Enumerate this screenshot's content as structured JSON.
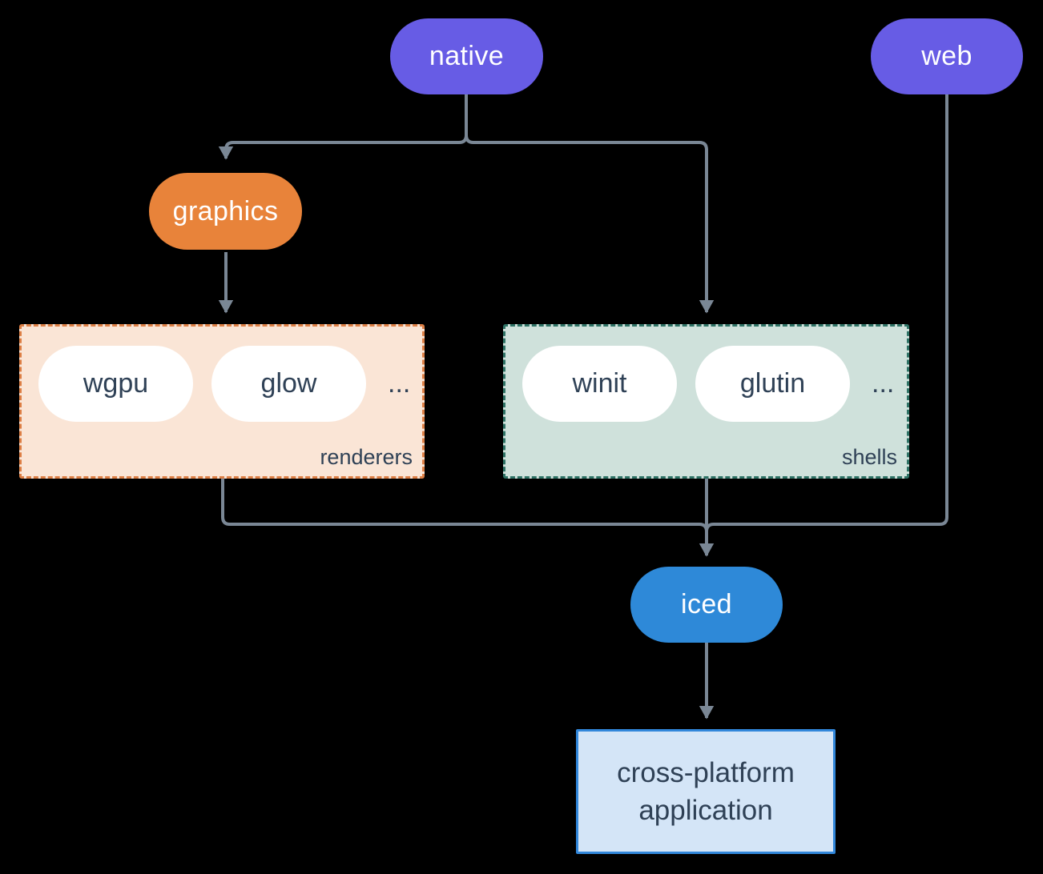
{
  "diagram": {
    "nodes": {
      "native": "native",
      "web": "web",
      "graphics": "graphics",
      "iced": "iced",
      "application": "cross-platform application"
    },
    "groups": {
      "renderers": {
        "label": "renderers",
        "items": [
          "wgpu",
          "glow"
        ],
        "more": "..."
      },
      "shells": {
        "label": "shells",
        "items": [
          "winit",
          "glutin"
        ],
        "more": "..."
      }
    },
    "icons": {
      "arrowhead": "arrow-down-icon"
    },
    "colors": {
      "background": "#000000",
      "platform_pill": "#675CE5",
      "graphics_pill": "#E8833A",
      "iced_pill": "#2E89D8",
      "pill_text": "#FFFFFF",
      "dark_text": "#2F4156",
      "connector": "#7A8795",
      "renderers_bg": "#FAE5D6",
      "renderers_border": "#DD7F45",
      "shells_bg": "#CFE1DB",
      "shells_border": "#2E7265",
      "application_bg": "#D4E5F7",
      "application_border": "#3187DB",
      "inner_pill_bg": "#FFFFFF"
    }
  }
}
